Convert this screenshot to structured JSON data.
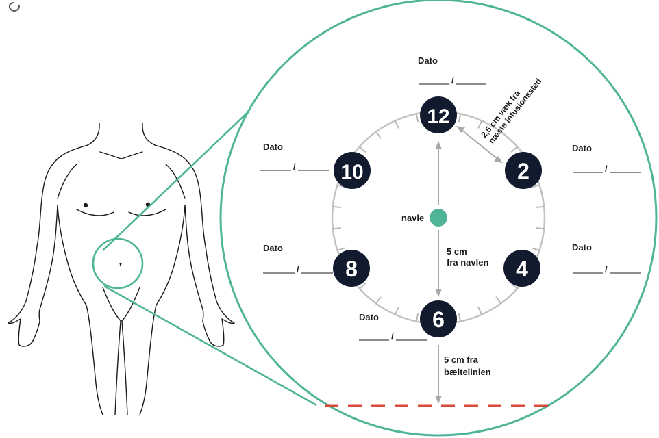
{
  "clock": {
    "positions": [
      {
        "id": "12",
        "label": "12"
      },
      {
        "id": "2",
        "label": "2"
      },
      {
        "id": "4",
        "label": "4"
      },
      {
        "id": "6",
        "label": "6"
      },
      {
        "id": "8",
        "label": "8"
      },
      {
        "id": "10",
        "label": "10"
      }
    ],
    "date_label": "Dato",
    "date_blank": "_____/_____"
  },
  "labels": {
    "navel": "navle",
    "distance_from_navel_line1": "5 cm",
    "distance_from_navel_line2": "fra navlen",
    "distance_from_belt_line1": "5 cm fra",
    "distance_from_belt_line2": "bæltelinien",
    "spacing_line1": "2,5 cm væk fra",
    "spacing_line2": "næste infusionssted"
  },
  "colors": {
    "accent_green": "#4fb596",
    "dark_navy": "#121a2d",
    "belt_red": "#d94a38",
    "tick_gray": "#b9b9b9"
  }
}
